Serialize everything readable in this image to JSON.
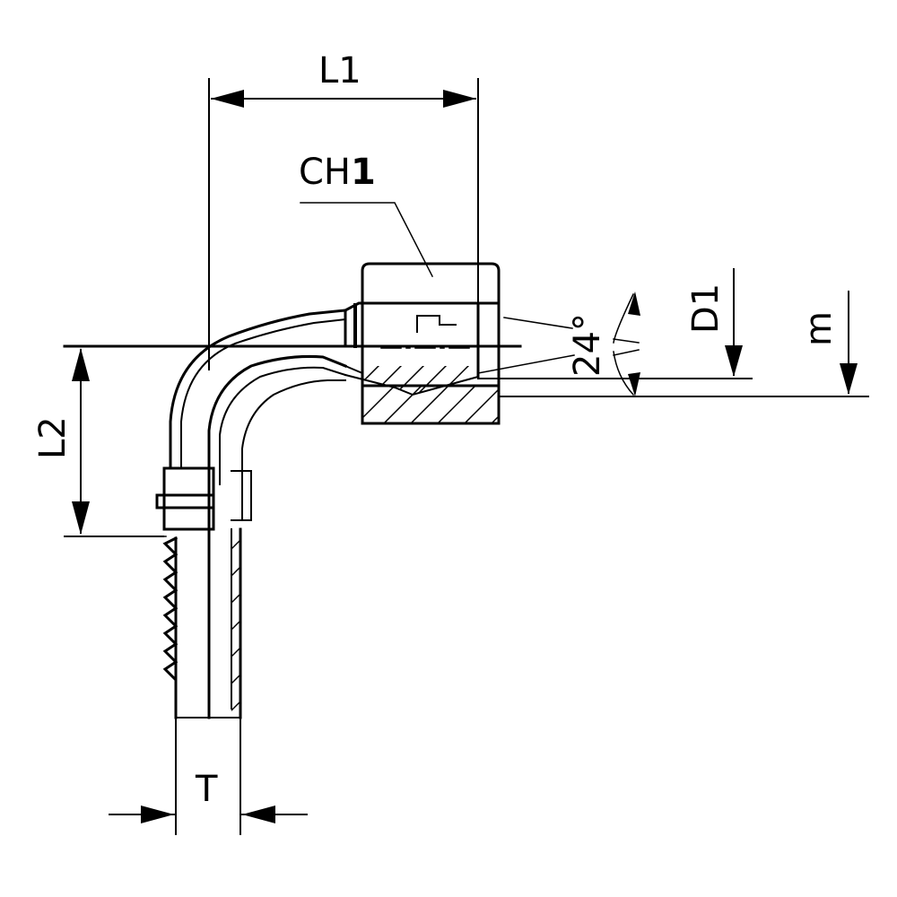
{
  "labels": {
    "l1": "L1",
    "ch1_prefix": "CH",
    "ch1_suffix": "1",
    "l2": "L2",
    "d1": "D1",
    "m": "m",
    "angle": "24",
    "degree": "°",
    "t": "T"
  }
}
